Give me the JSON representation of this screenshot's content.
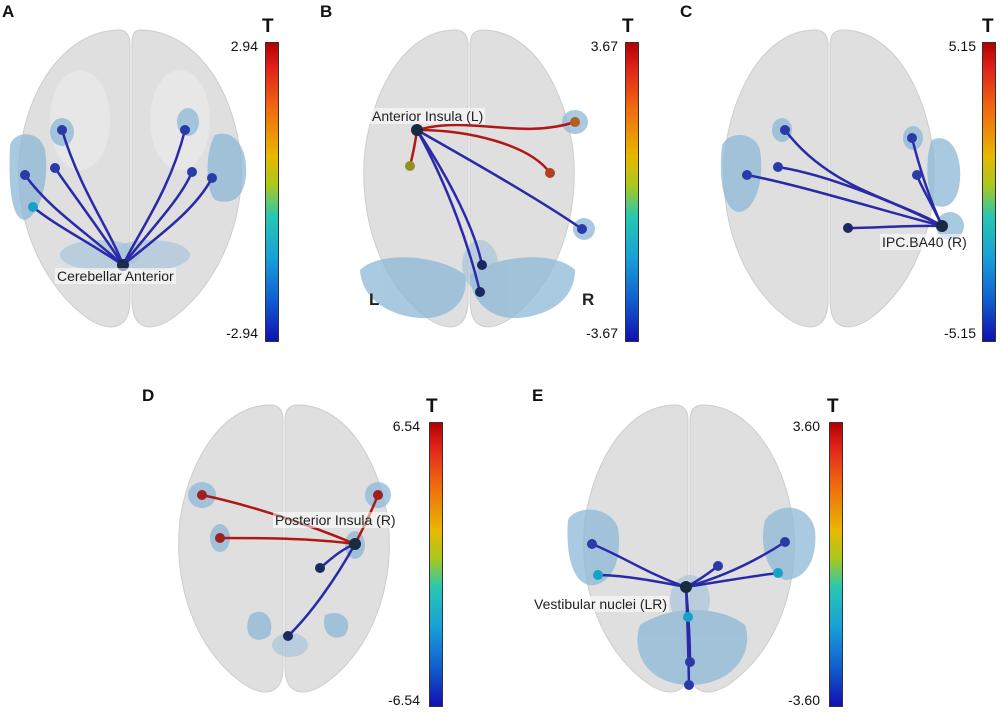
{
  "panels": [
    {
      "letter": "A",
      "t_max": "2.94",
      "t_min": "-2.94",
      "t_label": "T",
      "region_label": "Cerebellar Anterior"
    },
    {
      "letter": "B",
      "t_max": "3.67",
      "t_min": "-3.67",
      "t_label": "T",
      "region_label": "Anterior Insula (L)",
      "left_mark": "L",
      "right_mark": "R"
    },
    {
      "letter": "C",
      "t_max": "5.15",
      "t_min": "-5.15",
      "t_label": "T",
      "region_label": "IPC.BA40 (R)"
    },
    {
      "letter": "D",
      "t_max": "6.54",
      "t_min": "-6.54",
      "t_label": "T",
      "region_label": "Posterior Insula (R)"
    },
    {
      "letter": "E",
      "t_max": "3.60",
      "t_min": "-3.60",
      "t_label": "T",
      "region_label": "Vestibular nuclei (LR)"
    }
  ],
  "colors": {
    "brain_fill": "#d9d9d9",
    "region_fill": "#8db8d8",
    "negative_edge": "#2a2aa8",
    "positive_edge": "#b01818",
    "node_dark": "#1a2a60"
  }
}
